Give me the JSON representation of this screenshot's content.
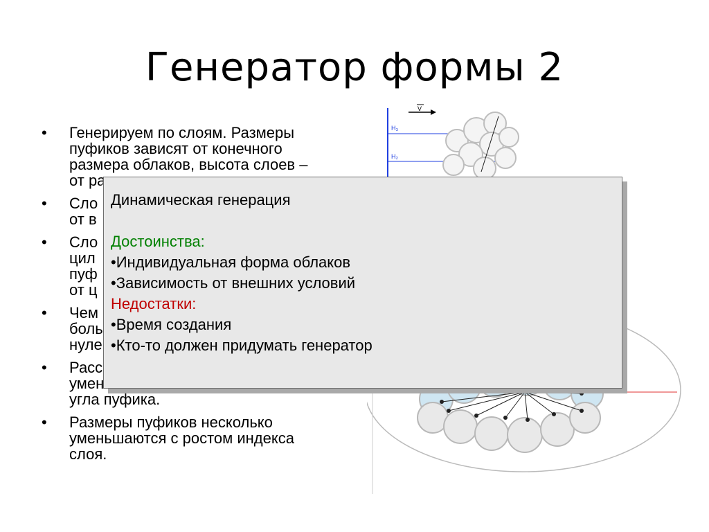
{
  "title": "Генератор формы 2",
  "bullets": [
    "Генерируем по слоям. Размеры пуфиков зависят от конечного размера облаков, высота слоев – от размера пуфиков.",
    "Слои … от в…",
    "Сло… цил… пуф… от ц…",
    "Чем … бол… нуле…",
    "Расс… уменьшается с ростом значения угла пуфика.",
    "Размеры пуфиков несколько уменьшаются с ростом индекса слоя."
  ],
  "bullet_lines": [
    [
      "Генерируем по слоям. Размеры",
      "пуфиков зависят от конечного",
      "размера облаков, высота слоев –",
      "от ра"
    ],
    [
      "Сло",
      "от в"
    ],
    [
      "Сло",
      "цил",
      "пуф",
      "от ц"
    ],
    [
      "Чем",
      "боль",
      "нуле"
    ],
    [
      "Расс",
      "уменьшается с ростом значения",
      "угла пуфика."
    ],
    [
      "Размеры пуфиков несколько",
      "уменьшаются с ростом индекса",
      "слоя."
    ]
  ],
  "bullet_symbol": "•",
  "diagram": {
    "velocity_label": "V",
    "layer_labels": [
      "H₃",
      "H₂"
    ],
    "colors": {
      "axis": "#1f3fe0",
      "cloud_outline": "#b8b8b8",
      "cloud_fill_lower": "#cfe6f2",
      "radial_line": "#222222",
      "horizon_line": "#e23030"
    }
  },
  "popup": {
    "heading": "Динамическая генерация",
    "pros_label": "Достоинства:",
    "pros": [
      "•Индивидуальная форма облаков",
      "•Зависимость от внешних условий"
    ],
    "cons_label": "Недостатки:",
    "cons": [
      "•Время создания",
      "•Кто-то должен придумать генератор"
    ],
    "colors": {
      "pros": "#008000",
      "cons": "#c00000",
      "background": "#e8e8e8"
    }
  }
}
